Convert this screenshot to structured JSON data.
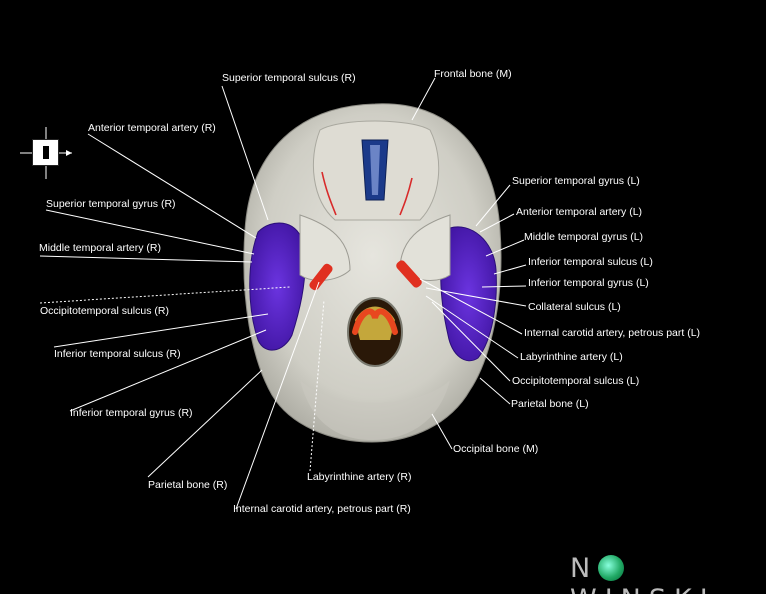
{
  "labels": {
    "superior_temporal_sulcus_r": "Superior temporal sulcus (R)",
    "frontal_bone_m": "Frontal bone (M)",
    "anterior_temporal_artery_r": "Anterior temporal artery (R)",
    "superior_temporal_gyrus_r": "Superior temporal gyrus (R)",
    "middle_temporal_artery_r": "Middle temporal artery (R)",
    "occipitotemporal_sulcus_r": "Occipitotemporal sulcus (R)",
    "inferior_temporal_sulcus_r": "Inferior temporal sulcus (R)",
    "inferior_temporal_gyrus_r": "Inferior temporal gyrus (R)",
    "parietal_bone_r": "Parietal bone (R)",
    "labyrinthine_artery_r": "Labyrinthine artery (R)",
    "internal_carotid_artery_petrous_r": "Internal carotid artery, petrous part (R)",
    "superior_temporal_gyrus_l": "Superior temporal gyrus (L)",
    "anterior_temporal_artery_l": "Anterior temporal artery (L)",
    "middle_temporal_gyrus_l": "Middle temporal gyrus (L)",
    "inferior_temporal_sulcus_l": "Inferior temporal sulcus (L)",
    "inferior_temporal_gyrus_l": "Inferior temporal gyrus (L)",
    "collateral_sulcus_l": "Collateral sulcus (L)",
    "internal_carotid_artery_petrous_l": "Internal carotid artery, petrous part (L)",
    "labyrinthine_artery_l": "Labyrinthine artery (L)",
    "occipitotemporal_sulcus_l": "Occipitotemporal sulcus (L)",
    "parietal_bone_l": "Parietal bone (L)",
    "occipital_bone_m": "Occipital bone (M)"
  },
  "logo": {
    "text_pre": "N",
    "text_post": "WINSKI"
  },
  "colors": {
    "bone": "#d4d3cb",
    "temporal_lobe": "#5a22c8",
    "artery": "#e03020",
    "background": "#000000"
  }
}
